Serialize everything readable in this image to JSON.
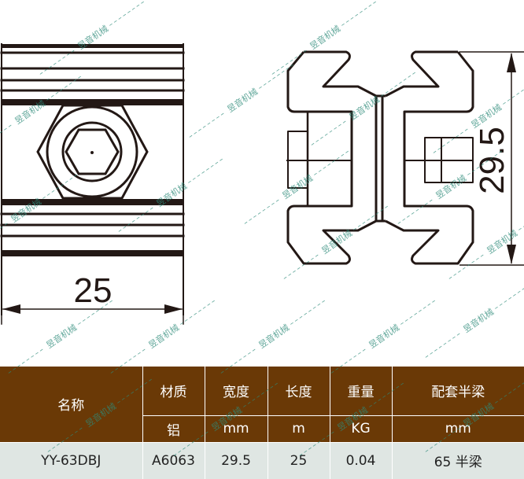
{
  "drawing": {
    "front_view": {
      "dimension_width_label": "25"
    },
    "side_view": {
      "dimension_height_label": "29.5"
    },
    "watermark_text": "昱音机械",
    "line_color": "#231815",
    "watermark_color": "#2e8b7a"
  },
  "table": {
    "colors": {
      "header_bg": "#6a3906",
      "header_text": "#ffffff",
      "data_bg": "#dfe6e3",
      "data_text": "#222222"
    },
    "headers": {
      "name": "名称",
      "material": "材质",
      "width": "宽度",
      "length": "长度",
      "weight": "重量",
      "matching_beam": "配套半梁"
    },
    "units": {
      "material": "铝",
      "width": "mm",
      "length": "m",
      "weight": "KG",
      "matching_beam": "mm"
    },
    "rows": [
      {
        "name": "YY-63DBJ",
        "material": "A6063",
        "width": "29.5",
        "length": "25",
        "weight": "0.04",
        "matching_beam": "65 半梁"
      }
    ]
  }
}
